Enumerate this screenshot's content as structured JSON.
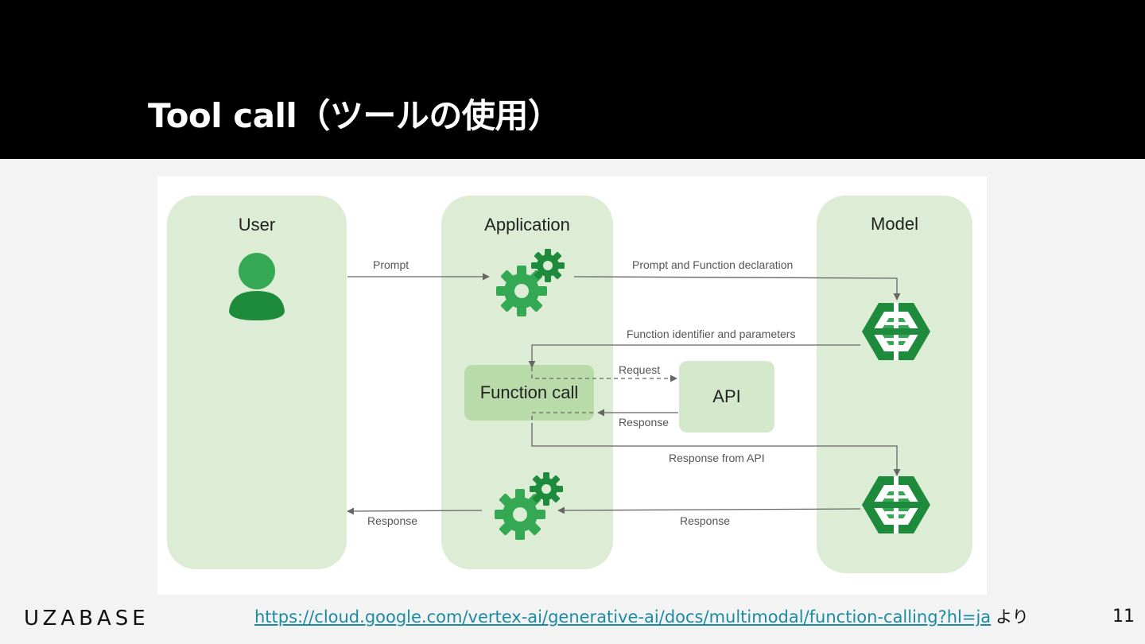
{
  "slide": {
    "title": "Tool call（ツールの使用）",
    "page_number": "11",
    "logo": "UZABASE",
    "source_link": "https://cloud.google.com/vertex-ai/generative-ai/docs/multimodal/function-calling?hl=ja",
    "source_suffix": "より"
  },
  "diagram": {
    "lanes": {
      "user": "User",
      "application": "Application",
      "model": "Model"
    },
    "boxes": {
      "function_call": "Function call",
      "api": "API"
    },
    "arrows": {
      "prompt": "Prompt",
      "prompt_and_declaration": "Prompt and Function declaration",
      "function_identifier": "Function identifier and parameters",
      "request": "Request",
      "api_response": "Response",
      "response_from_api": "Response from API",
      "model_response": "Response",
      "user_response": "Response"
    },
    "icons": [
      "user-icon",
      "gears-icon",
      "brain-icon",
      "gears-icon",
      "brain-icon"
    ],
    "colors": {
      "lane": "#dcecd5",
      "function_call_box": "#b9dbaa",
      "api_box": "#d4e8cc",
      "icon_dark": "#1e8a3c",
      "icon_light": "#34a853"
    }
  }
}
